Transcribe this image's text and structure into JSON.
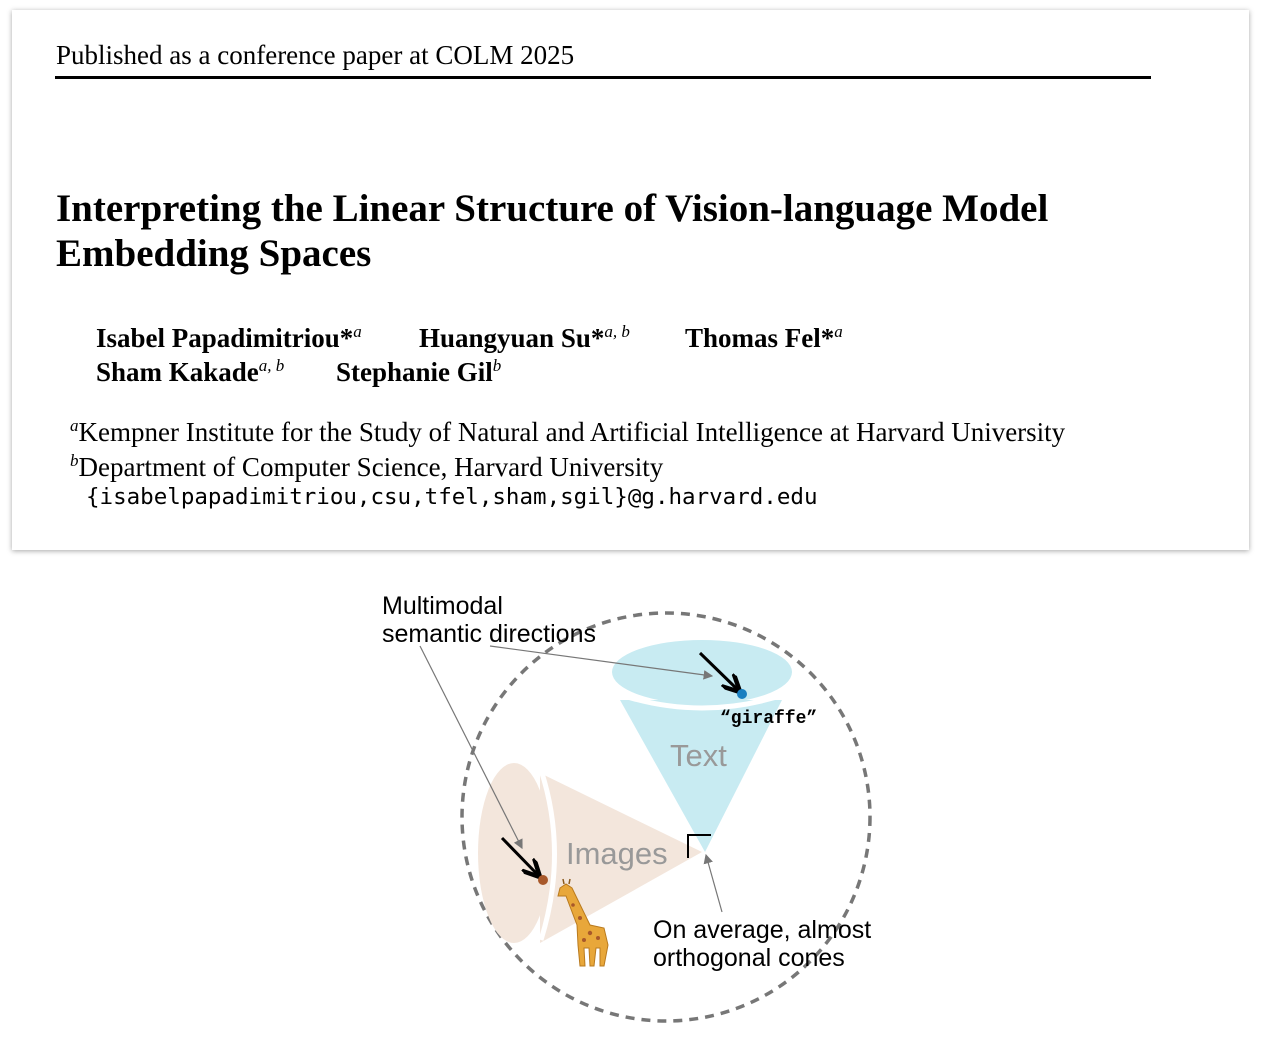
{
  "header": {
    "venue": "Published as a conference paper at COLM 2025"
  },
  "title": "Interpreting the Linear Structure of Vision-language Model Embedding Spaces",
  "authors": [
    {
      "name": "Isabel Papadimitriou*",
      "sup": "a"
    },
    {
      "name": "Huangyuan Su*",
      "sup": "a, b"
    },
    {
      "name": "Thomas Fel*",
      "sup": "a"
    },
    {
      "name": "Sham Kakade",
      "sup": "a, b"
    },
    {
      "name": "Stephanie Gil",
      "sup": "b"
    }
  ],
  "affiliations": [
    {
      "sup": "a",
      "text": "Kempner Institute for the Study of Natural and Artificial Intelligence at Harvard University"
    },
    {
      "sup": "b",
      "text": "Department of Computer Science, Harvard University"
    }
  ],
  "email": "{isabelpapadimitriou,csu,tfel,sham,sgil}@g.harvard.edu",
  "figure": {
    "label_directions_1": "Multimodal",
    "label_directions_2": "semantic directions",
    "text_cone": "Text",
    "image_cone": "Images",
    "word": "“giraffe”",
    "label_orthogonal_1": "On average, almost",
    "label_orthogonal_2": "orthogonal cones",
    "colors": {
      "text_cone": "#c8ebf2",
      "image_cone": "#f3e6dc",
      "text_dot": "#1a7fc0",
      "image_dot": "#a8582a"
    }
  }
}
